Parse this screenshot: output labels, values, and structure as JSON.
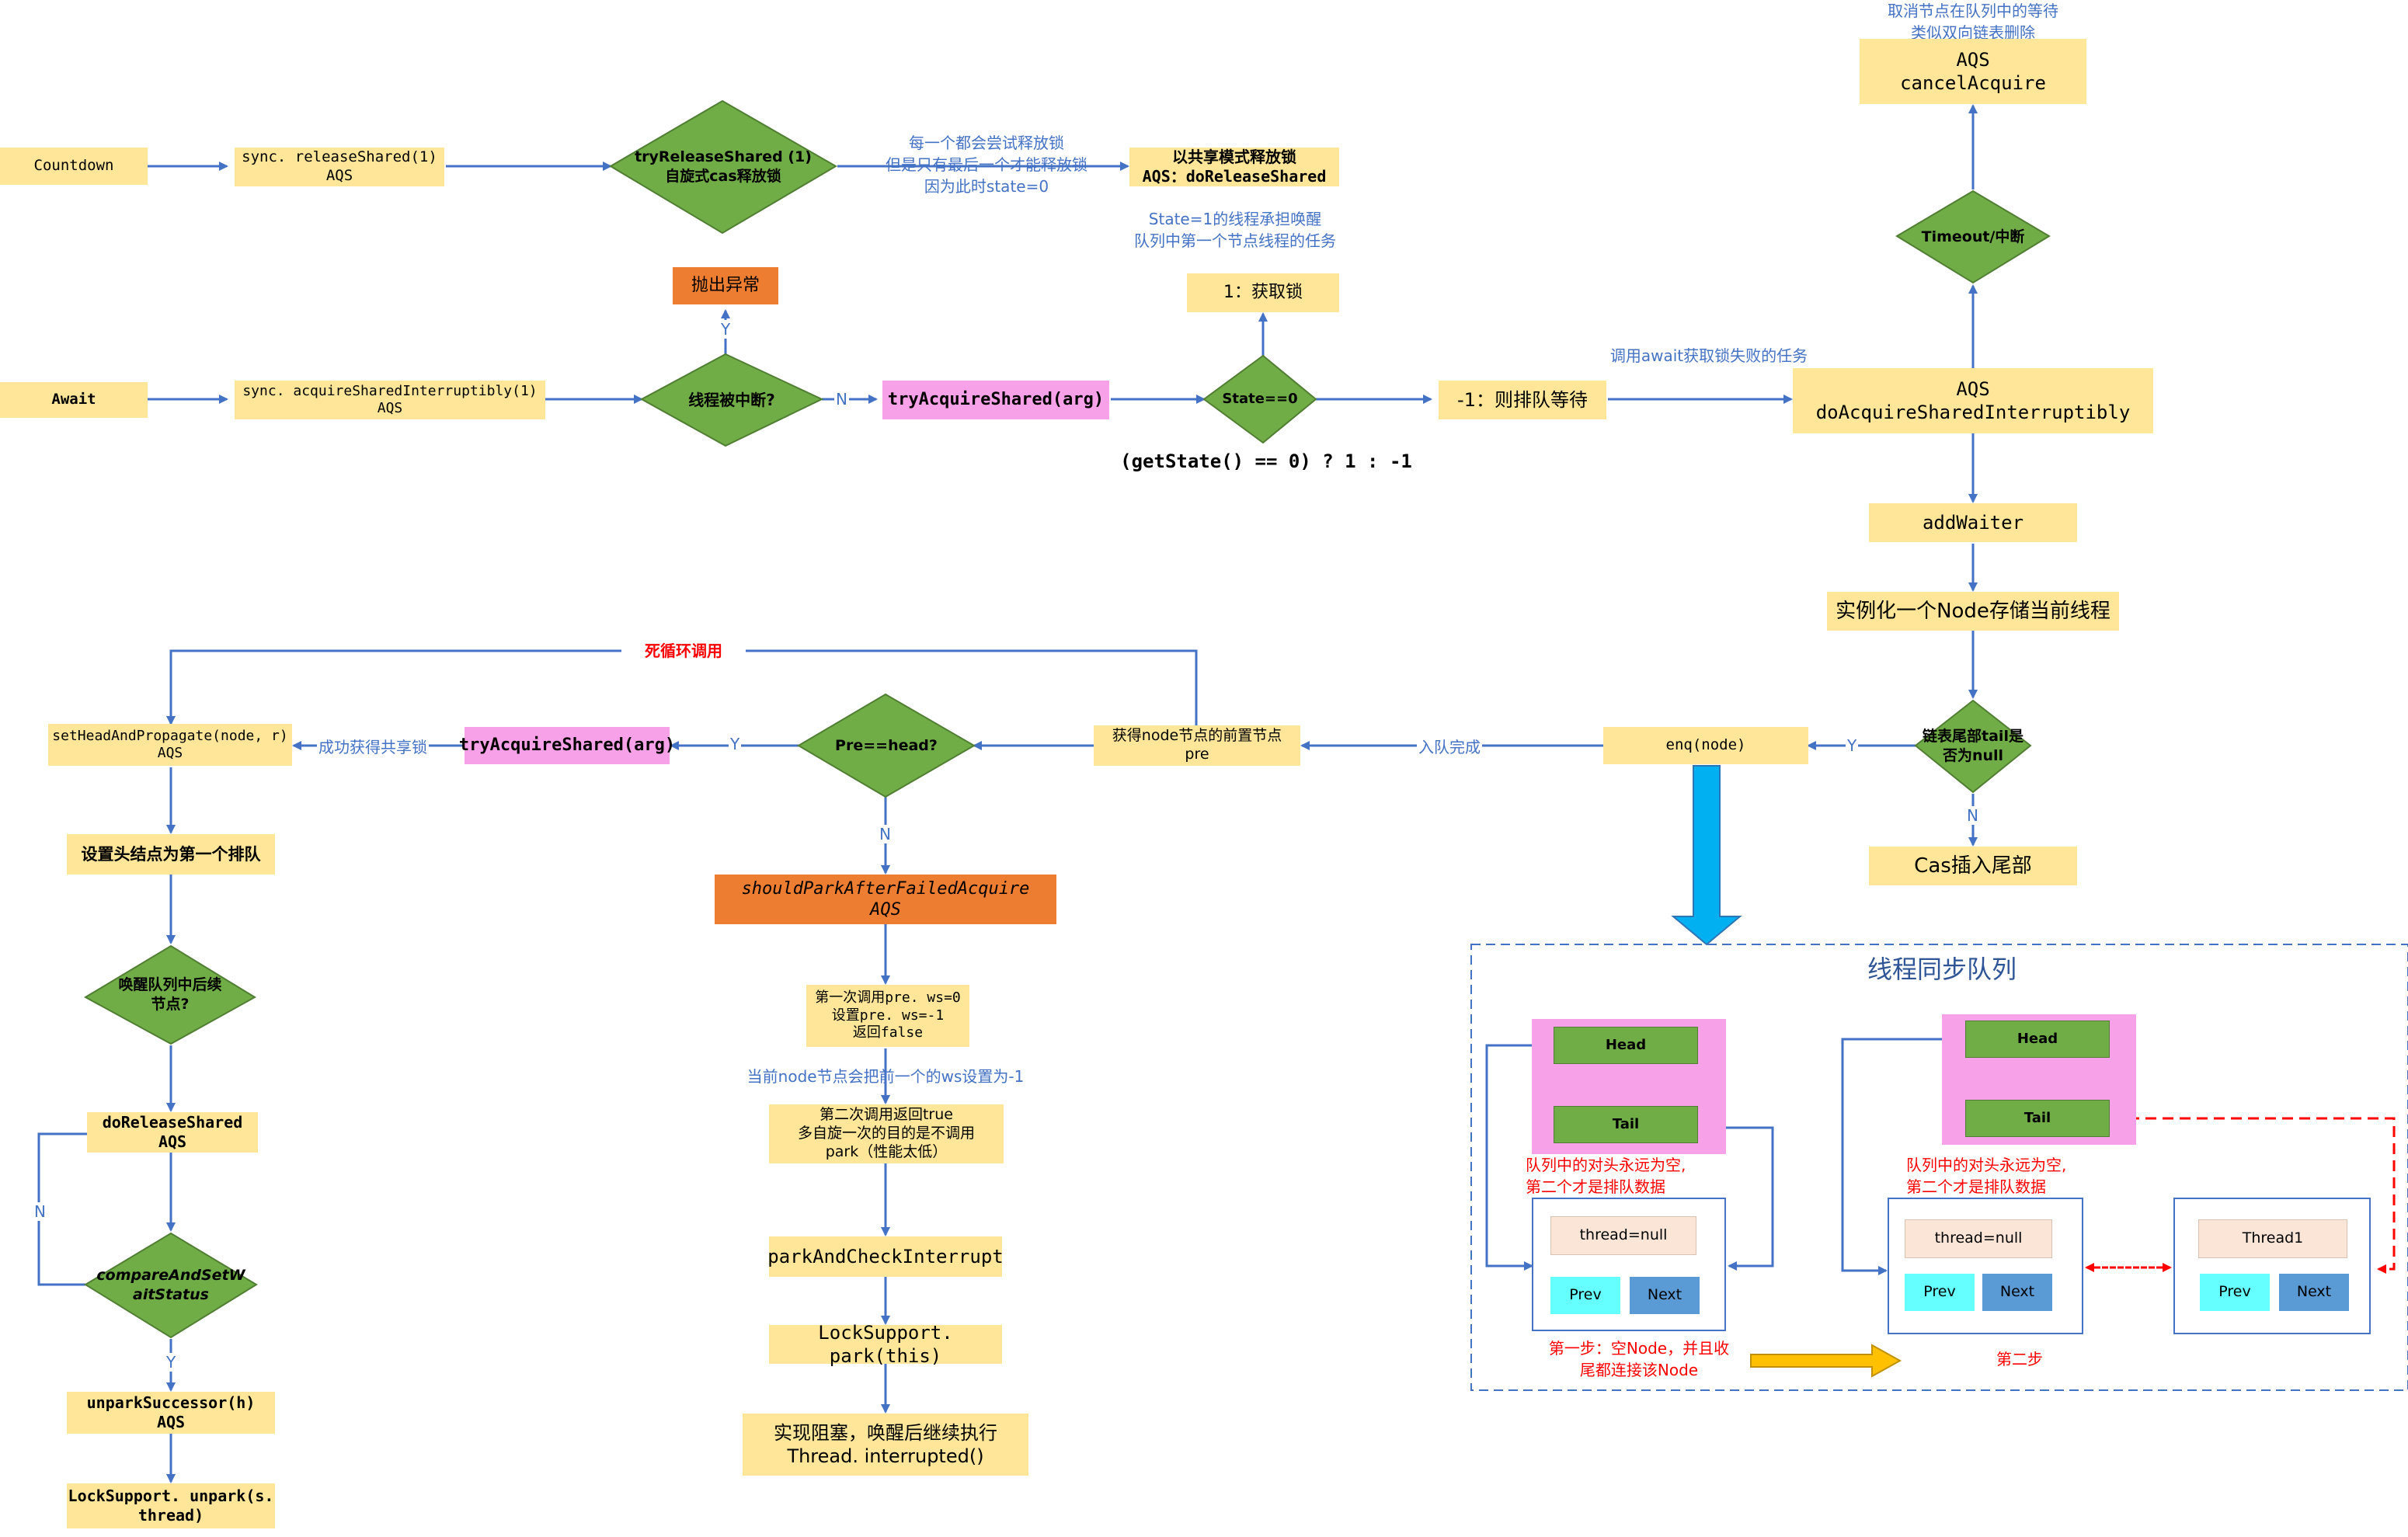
{
  "top_row": {
    "countdown": "Countdown",
    "release_shared": "sync. releaseShared(1)\nAQS",
    "try_release": "tryReleaseShared (1)\n自旋式cas释放锁",
    "release_note": "每一个都会尝试释放锁\n但是只有最后一个才能释放锁\n因为此时state=0",
    "do_release_shared": "以共享模式释放锁\nAQS：doReleaseShared",
    "state1_note": "State=1的线程承担唤醒\n队列中第一个节点线程的任务",
    "get_lock": "1：获取锁"
  },
  "await_row": {
    "await": "Await",
    "acquire_interruptibly": "sync. acquireSharedInterruptibly(1)\nAQS",
    "interrupted": "线程被中断?",
    "throw_exception": "抛出异常",
    "try_acquire": "tryAcquireShared(arg)",
    "state_eq": "State==0",
    "enqueue_wait": "-1：则排队等待",
    "expr": "(getState() == 0) ? 1 : -1",
    "await_fail_note": "调用await获取锁失败的任务",
    "label_y": "Y",
    "label_n": "N"
  },
  "right_column": {
    "cancel_note": "取消节点在队列中的等待\n类似双向链表删除",
    "cancel_acquire": "AQS\ncancelAcquire",
    "timeout": "Timeout/中断",
    "do_acquire": "AQS\ndoAcquireSharedInterruptibly",
    "add_waiter": "addWaiter",
    "new_node": "实例化一个Node存储当前线程",
    "tail_null": "链表尾部tail是\n否为null",
    "cas_tail": "Cas插入尾部",
    "label_y": "Y",
    "label_n": "N"
  },
  "middle_row": {
    "enq": "enq(node)",
    "enq_done": "入队完成",
    "prev_node": "获得node节点的前置节点\npre",
    "pre_head": "Pre==head?",
    "try_acquire2": "tryAcquireShared(arg)",
    "acquire_ok": "成功获得共享锁",
    "set_head": "setHeadAndPropagate(node, r)\nAQS",
    "dead_loop": "死循环调用",
    "label_y": "Y",
    "label_n": "N"
  },
  "park_column": {
    "should_park": "shouldParkAfterFailedAcquire\nAQS",
    "first_call": "第一次调用pre. ws=0\n设置pre. ws=-1\n返回false",
    "ws_note": "当前node节点会把前一个的ws设置为-1",
    "second_call": "第二次调用返回true\n多自旋一次的目的是不调用\npark（性能太低）",
    "park_check": "parkAndCheckInterrupt",
    "lock_park": "LockSupport. park(this)",
    "block": "实现阻塞，唤醒后继续执行\nThread. interrupted()"
  },
  "left_column": {
    "set_first": "设置头结点为第一个排队",
    "wake_next": "唤醒队列中后续\n节点?",
    "do_release": "doReleaseShared\nAQS",
    "cas_status": "compareAndSetW\naitStatus",
    "unpark_succ": "unparkSuccessor(h)\nAQS",
    "lock_unpark": "LockSupport. unpark(s.\nthread)",
    "label_y": "Y",
    "label_n": "N"
  },
  "queue": {
    "title": "线程同步队列",
    "head": "Head",
    "tail": "Tail",
    "note_empty": "队列中的对头永远为空,\n第二个才是排队数据",
    "thread_null": "thread=null",
    "thread1": "Thread1",
    "prev": "Prev",
    "next": "Next",
    "step1": "第一步：空Node，并且收\n尾都连接该Node",
    "step2": "第二步"
  },
  "colors": {
    "yellow": "#ffe699",
    "green": "#70ad47",
    "pink": "#f7a1e8",
    "orange": "#ed7d31",
    "blue_line": "#4472c4",
    "arrow_cyan": "#00b0f0",
    "arrow_gold": "#ffc000",
    "red": "#ff0000"
  }
}
